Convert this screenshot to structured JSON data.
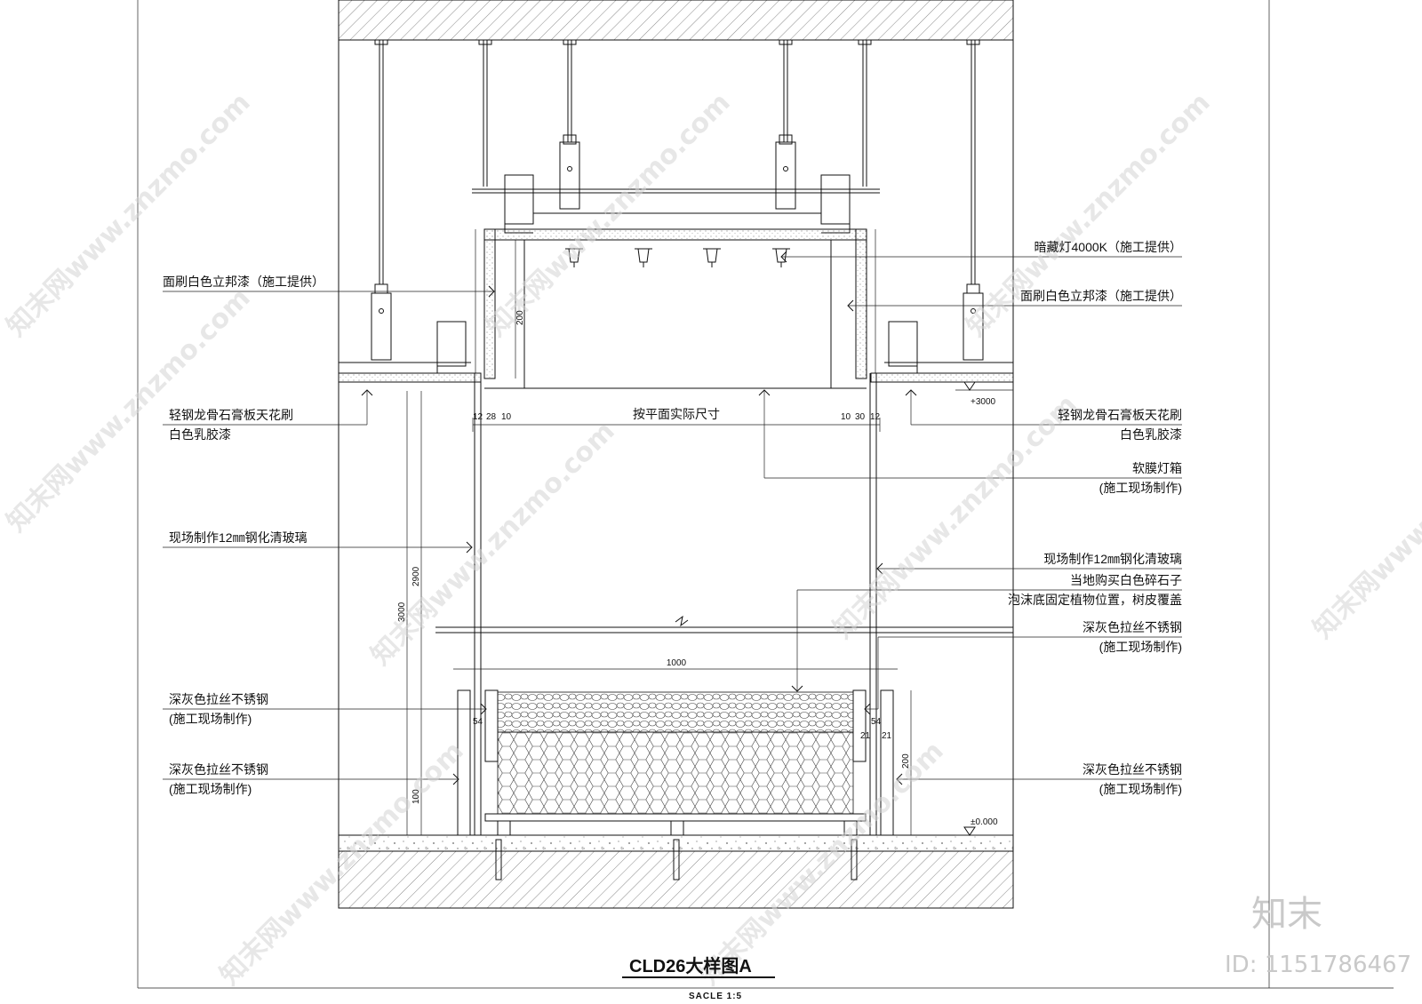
{
  "drawing": {
    "title": "CLD26大样图A",
    "scale": "SACLE  1:5"
  },
  "labels_left": {
    "paint_white_left": "面刷白色立邦漆（施工提供）",
    "ceiling_line1": "轻钢龙骨石膏板天花刷",
    "ceiling_line2": "白色乳胶漆",
    "glass_left": "现场制作12㎜钢化清玻璃",
    "steel_upper_line1": "深灰色拉丝不锈钢",
    "steel_upper_line2": "(施工现场制作)",
    "steel_lower_line1": "深灰色拉丝不锈钢",
    "steel_lower_line2": "(施工现场制作)"
  },
  "labels_right": {
    "hidden_light": "暗藏灯4000K（施工提供）",
    "paint_white_right": "面刷白色立邦漆（施工提供）",
    "ceiling_line1": "轻钢龙骨石膏板天花刷",
    "ceiling_line2": "白色乳胶漆",
    "film_box_line1": "软膜灯箱",
    "film_box_line2": "(施工现场制作)",
    "glass_right": "现场制作12㎜钢化清玻璃",
    "stone_line1": "当地购买白色碎石子",
    "stone_line2": "泡沫底固定植物位置，树皮覆盖",
    "steel_upper_line1": "深灰色拉丝不锈钢",
    "steel_upper_line2": "(施工现场制作)",
    "steel_lower_line1": "深灰色拉丝不锈钢",
    "steel_lower_line2": "(施工现场制作)"
  },
  "dimensions": {
    "box_height": "200",
    "top_left_12": "12",
    "top_left_28": "28",
    "top_left_10": "10",
    "span_text": "按平面实际尺寸",
    "top_right_10": "10",
    "top_right_30": "30",
    "top_right_12": "12",
    "elev_ceiling": "+3000",
    "height_3000": "3000",
    "height_2900": "2900",
    "planter_width": "1000",
    "left_54": "54",
    "right_54": "54",
    "right_21a": "21",
    "right_21b": "21",
    "planter_height": "200",
    "base_100": "100",
    "elev_floor": "±0.000"
  },
  "watermark": {
    "text": "知末网www.znzmo.com",
    "logo": "知末",
    "id": "ID: 1151786467"
  }
}
